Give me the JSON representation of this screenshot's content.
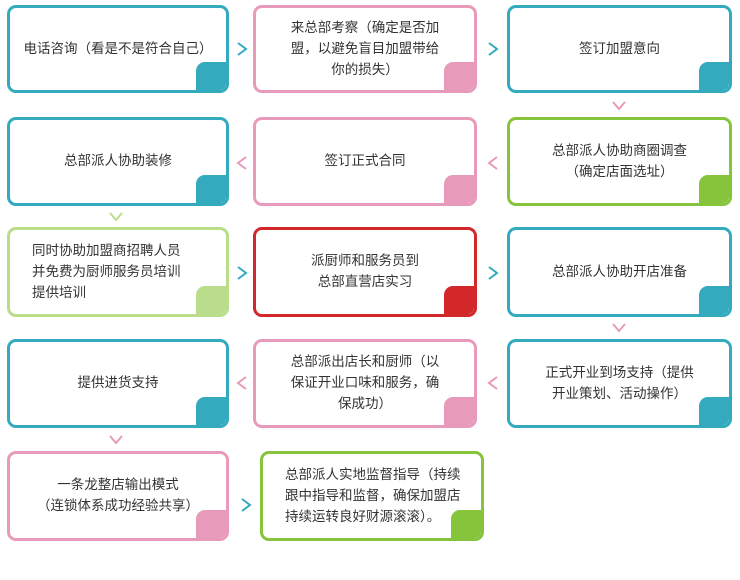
{
  "colors": {
    "teal": "#33aabd",
    "pink": "#e79ab9",
    "green": "#86c43c",
    "light_green": "#b9dd8a",
    "red": "#d2282a"
  },
  "steps": [
    {
      "text": "电话咨询（看是不是符合自己）"
    },
    {
      "text": "来总部考察（确定是否加\n盟，以避免盲目加盟带给\n你的损失）"
    },
    {
      "text": "签订加盟意向"
    },
    {
      "text": "总部派人协助商圈调查\n（确定店面选址）"
    },
    {
      "text": "签订正式合同"
    },
    {
      "text": "总部派人协助装修"
    },
    {
      "text": "同时协助加盟商招聘人员\n并免费为厨师服务员培训\n提供培训"
    },
    {
      "text": "派厨师和服务员到\n总部直营店实习"
    },
    {
      "text": "总部派人协助开店准备"
    },
    {
      "text": "正式开业到场支持（提供\n开业策划、活动操作）"
    },
    {
      "text": "总部派出店长和厨师（以\n保证开业口味和服务，确\n保成功）"
    },
    {
      "text": "提供进货支持"
    },
    {
      "text": "一条龙整店输出模式\n（连锁体系成功经验共享）"
    },
    {
      "text": "总部派人实地监督指导（持续\n跟中指导和监督，确保加盟店\n持续运转良好财源滚滚）。"
    }
  ],
  "arrow_icons": [
    "chevron-right-icon",
    "chevron-left-icon",
    "chevron-down-icon"
  ]
}
